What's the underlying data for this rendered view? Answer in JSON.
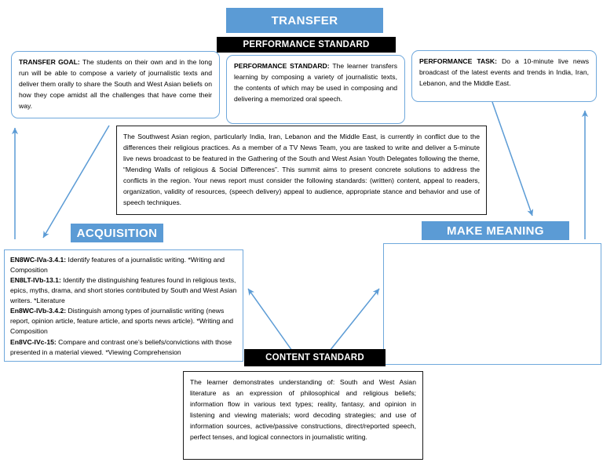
{
  "theme": {
    "accent_blue": "#5B9BD5",
    "border_blue": "#6FA8DC",
    "banner_dark": "#000000",
    "text": "#000000",
    "background": "#FFFFFF"
  },
  "banners": {
    "transfer": "TRANSFER",
    "performance_standard": "PERFORMANCE STANDARD",
    "acquisition": "ACQUISITION",
    "make_meaning": "MAKE MEANING",
    "content_standard": "CONTENT STANDARD"
  },
  "cards": {
    "transfer_goal": {
      "label": "TRANSFER GOAL",
      "separator": ":",
      "body": " The students on their own and in the long run will be able to compose a variety of journalistic texts and deliver them orally to share the South and West Asian beliefs on how they cope amidst all the challenges that have come their way."
    },
    "performance_standard": {
      "label": "PERFORMANCE STANDARD",
      "separator": ":",
      "body": " The learner transfers learning by composing a variety of journalistic texts, the contents of which may be used in composing and delivering a memorized oral speech."
    },
    "performance_task": {
      "label": "PERFORMANCE TASK",
      "separator": ":",
      "body": " Do a 10-minute live news broadcast of the latest events and trends in India, Iran, Lebanon, and the Middle East."
    },
    "scenario": {
      "body": "The Southwest Asian region, particularly India, Iran, Lebanon and the Middle East, is currently in conflict due to the differences their religious practices. As a member of a TV News Team, you are tasked to write and deliver a 5-minute live news broadcast to be featured in the Gathering of the South and West Asian Youth Delegates following the theme, “Mending Walls of religious & Social Differences”. This summit aims to present concrete solutions to address the conflicts in the region. Your news report must consider the following standards: (written) content, appeal to readers, organization, validity of resources, (speech delivery) appeal to audience, appropriate stance and behavior and use of speech techniques."
    },
    "content_standard": {
      "body": "The learner demonstrates understanding of: South and West Asian literature as an expression of philosophical and religious beliefs; information flow in various text types; reality, fantasy, and opinion in listening and viewing materials; word decoding strategies; and use of information sources, active/passive constructions, direct/reported speech, perfect tenses, and logical connectors in journalistic writing."
    },
    "make_meaning": {
      "body": ""
    }
  },
  "acquisition": {
    "competencies": [
      {
        "code": "EN8WC-IVa-3.4.1",
        "separator": ":",
        "text": " Identify features of a journalistic writing. *Writing and Composition"
      },
      {
        "code": "EN8LT-IVb-13.1",
        "separator": ":",
        "text": " Identify the distinguishing features found in religious texts, epics, myths, drama, and short stories contributed by South and West Asian writers. *Literature"
      },
      {
        "code": "En8WC-IVb-3.4.2",
        "separator": ":",
        "text": " Distinguish among types of journalistic writing (news report, opinion article, feature article, and sports news article). *Writing and Composition"
      },
      {
        "code": "En8VC-IVc-15",
        "separator": ":",
        "text": " Compare and contrast one’s beliefs/convictions with those presented in a material viewed. *Viewing Comprehension"
      }
    ]
  },
  "connectors": [
    {
      "name": "arrow-scenario-to-transfer-goal",
      "from": "scenario-box",
      "to": "transfer-goal-card",
      "direction": "up"
    },
    {
      "name": "arrow-transfer-goal-to-acquisition",
      "from": "transfer-goal-card",
      "to": "acquisition-banner",
      "direction": "down-left"
    },
    {
      "name": "arrow-scenario-to-performance-task",
      "from": "scenario-box",
      "to": "performance-task-card",
      "direction": "up"
    },
    {
      "name": "arrow-performance-task-to-make-meaning",
      "from": "performance-task-card",
      "to": "make-meaning-banner",
      "direction": "down-right"
    },
    {
      "name": "arrow-content-standard-to-acquisition",
      "from": "content-standard-banner",
      "to": "acquisition-box",
      "direction": "up-left"
    },
    {
      "name": "arrow-content-standard-to-make-meaning",
      "from": "content-standard-banner",
      "to": "make-meaning-box",
      "direction": "up-right"
    }
  ]
}
